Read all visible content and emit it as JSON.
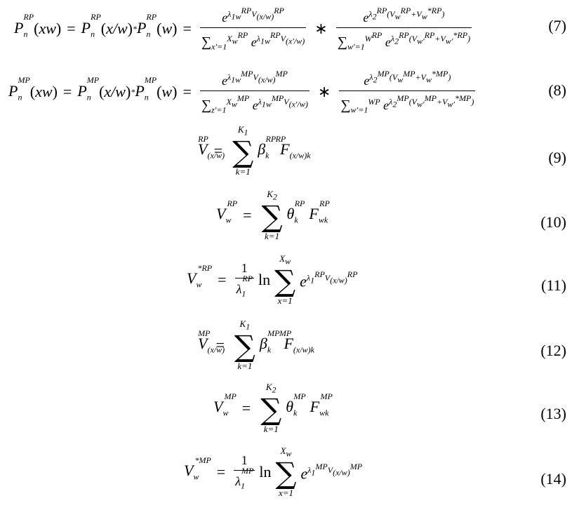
{
  "equations": [
    {
      "number": "(7)"
    },
    {
      "number": "(8)"
    },
    {
      "number": "(9)"
    },
    {
      "number": "(10)"
    },
    {
      "number": "(11)"
    },
    {
      "number": "(12)"
    },
    {
      "number": "(13)"
    },
    {
      "number": "(14)"
    }
  ],
  "symbols": {
    "P": "P",
    "V": "V",
    "F": "F",
    "beta": "β",
    "theta": "θ",
    "lambda": "λ",
    "e": "e",
    "ln": "ln",
    "one": "1",
    "sum": "∑",
    "RP": "RP",
    "MP": "MP"
  }
}
